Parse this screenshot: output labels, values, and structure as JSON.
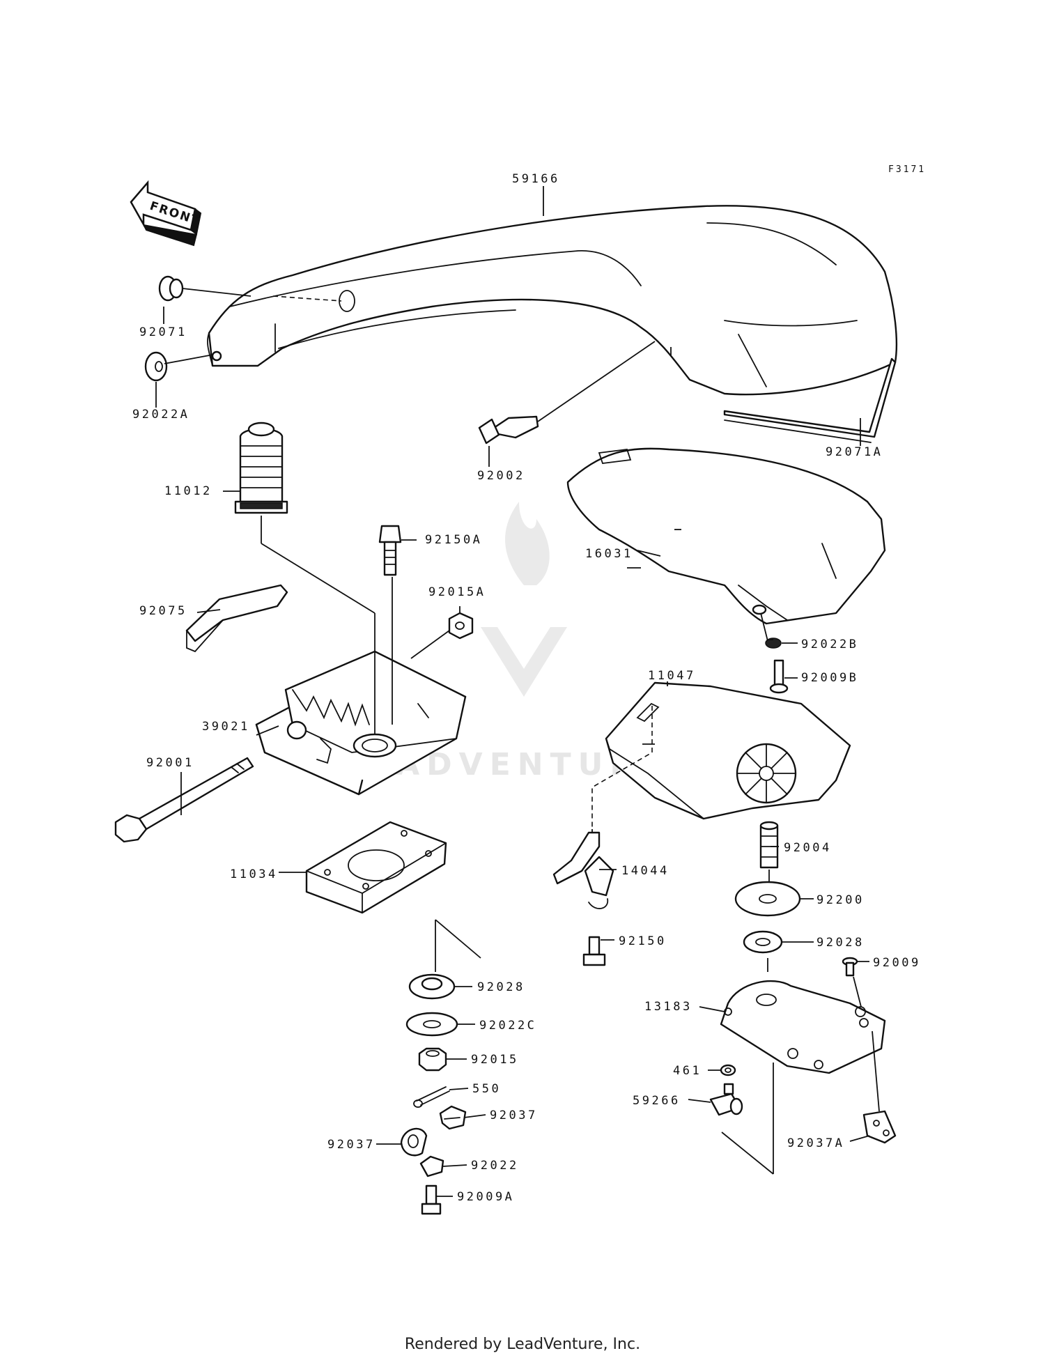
{
  "figure_ref": "F3171",
  "front_marker": "FRONT",
  "watermark": "LEADVENTURE",
  "footer": "Rendered by LeadVenture, Inc.",
  "labels": {
    "p59166": "59166",
    "p92071": "92071",
    "p92022A": "92022A",
    "p92002": "92002",
    "p92071A": "92071A",
    "p11012": "11012",
    "p92150A": "92150A",
    "p92015A": "92015A",
    "p92075": "92075",
    "p16031": "16031",
    "p92022B": "92022B",
    "p11047": "11047",
    "p92009B": "92009B",
    "p39021": "39021",
    "p92001": "92001",
    "p92004": "92004",
    "p11034": "11034",
    "p14044": "14044",
    "p92200": "92200",
    "p92150": "92150",
    "p92028": "92028",
    "p92028b": "92028",
    "p92009": "92009",
    "p13183": "13183",
    "p92022C": "92022C",
    "p92015": "92015",
    "p461": "461",
    "p550": "550",
    "p59266": "59266",
    "p92037": "92037",
    "p92037b": "92037",
    "p92037A": "92037A",
    "p92022": "92022",
    "p92009A": "92009A"
  }
}
